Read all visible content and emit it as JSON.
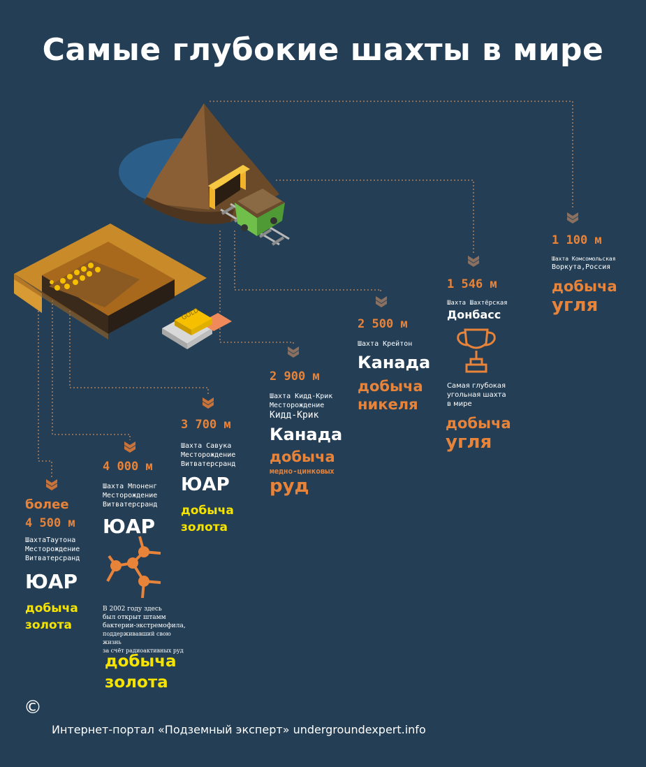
{
  "title": "Самые глубокие шахты в мире",
  "colors": {
    "background": "#243f55",
    "accent": "#e8833a",
    "gold_text": "#f6e300",
    "chevron": "#8a7060"
  },
  "mines": [
    {
      "depth_prefix": "более",
      "depth": "4 500 м",
      "name": "ШахтаТаутона",
      "field_line1": "Месторождение",
      "field_line2": "Витватерсранд",
      "country": "ЮАР",
      "resource_line1": "добыча",
      "resource_line2": "золота"
    },
    {
      "depth": "4 000 м",
      "name": "Шахта Мпоненг",
      "field_line1": "Месторождение",
      "field_line2": "Витватерсранд",
      "country": "ЮАР",
      "note": [
        "В 2002 году здесь",
        "был открыт штамм",
        "бактерии-экстремофила,",
        "поддерживавший свою жизнь",
        "за счёт радиоактивных руд"
      ],
      "resource_line1": "добыча",
      "resource_line2": "золота"
    },
    {
      "depth": "3 700 м",
      "name": "Шахта Савука",
      "field_line1": "Месторождение",
      "field_line2": "Витватерсранд",
      "country": "ЮАР",
      "resource_line1": "добыча",
      "resource_line2": "золота"
    },
    {
      "depth": "2 900 м",
      "name": "Шахта Кидд-Крик",
      "field_line1": "Месторождение",
      "field_line2": "Кидд-Крик",
      "country": "Канада",
      "resource_line1": "добыча",
      "resource_line2": "медно-цинковых",
      "resource_line3": "руд"
    },
    {
      "depth": "2 500 м",
      "name": "Шахта Крейтон",
      "country": "Канада",
      "resource_line1": "добыча",
      "resource_line2": "никеля"
    },
    {
      "depth": "1 546 м",
      "name": "Шахта Шахтёрская",
      "region": "Донбасс",
      "note": [
        "Самая глубокая",
        "угольная шахта",
        "в мире"
      ],
      "resource_line1": "добыча",
      "resource_line2": "угля"
    },
    {
      "depth": "1 100 м",
      "name": "Шахта Комсомольская",
      "region": "Воркута,Россия",
      "resource_line1": "добыча",
      "resource_line2": "угля"
    }
  ],
  "gold_bar_label": "GOLD",
  "copyright": "©",
  "footer": "Интернет-портал «Подземный эксперт» undergroundexpert.info"
}
